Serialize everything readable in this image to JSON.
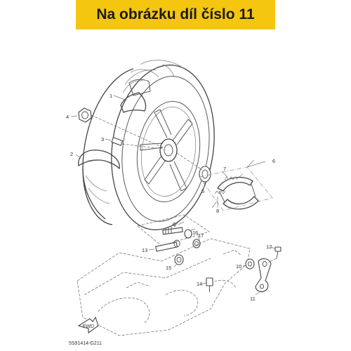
{
  "banner": {
    "title": "Na obrázku díl číslo 11",
    "color": "#f5c60f"
  },
  "diagram": {
    "part_labels": {
      "p1": "1",
      "p2": "2",
      "p3": "3",
      "p4": "4",
      "p5": "5",
      "p6": "6",
      "p7": "7",
      "p8": "8",
      "p9": "9",
      "p10": "10",
      "p11": "11",
      "p12": "12",
      "p13": "13",
      "p14": "14",
      "p15": "15",
      "p16": "16",
      "p17": "17"
    },
    "front_arrow_label": "FWD",
    "figure_code": "5S91414-G211"
  }
}
